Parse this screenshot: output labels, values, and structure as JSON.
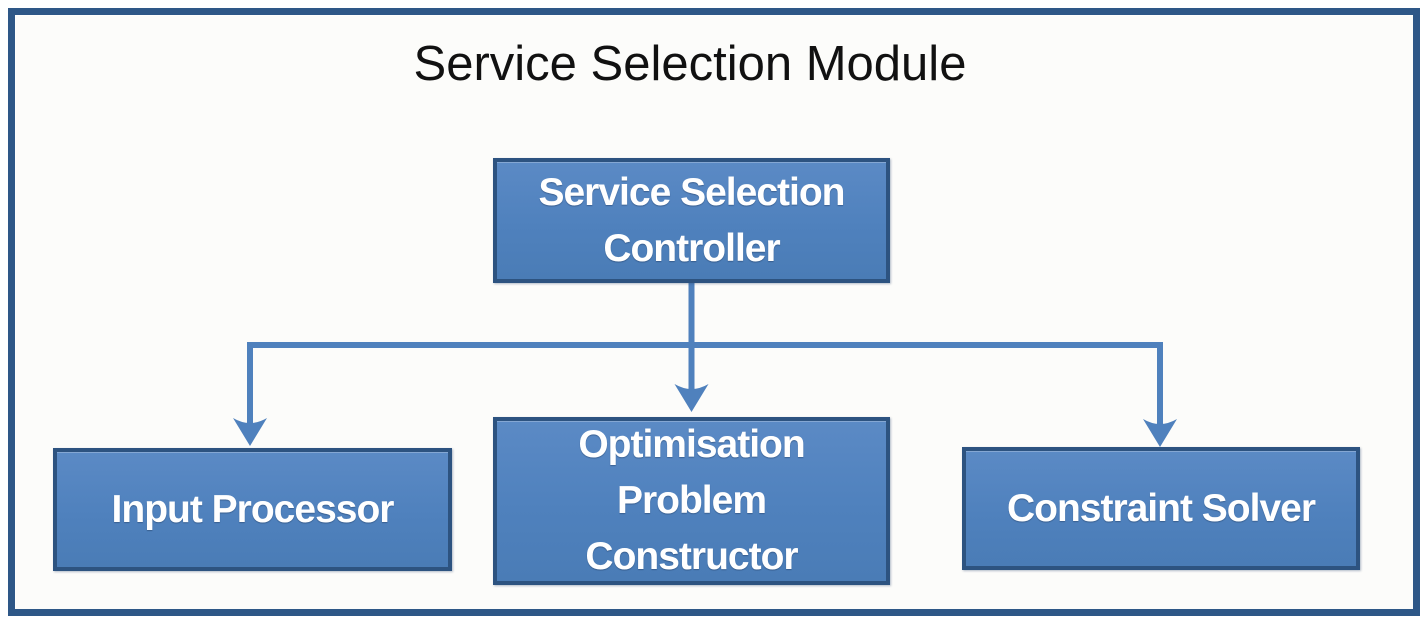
{
  "diagram": {
    "title": "Service Selection Module",
    "type": "block-diagram",
    "nodes": [
      {
        "id": "service-selection-controller",
        "label": "Service Selection\nController"
      },
      {
        "id": "input-processor",
        "label": "Input Processor"
      },
      {
        "id": "optimisation-problem-constructor",
        "label": "Optimisation\nProblem\nConstructor"
      },
      {
        "id": "constraint-solver",
        "label": "Constraint Solver"
      }
    ],
    "edges": [
      {
        "from": "service-selection-controller",
        "to": "input-processor",
        "style": "elbow-arrow"
      },
      {
        "from": "service-selection-controller",
        "to": "optimisation-problem-constructor",
        "style": "straight-arrow"
      },
      {
        "from": "service-selection-controller",
        "to": "constraint-solver",
        "style": "elbow-arrow"
      }
    ],
    "colors": {
      "node_fill": "#4f81bd",
      "node_fill_light": "#5b8ac5",
      "node_fill_dark": "#4a7cb6",
      "node_border": "#2d5380",
      "connector": "#4f81bd",
      "frame_border": "#2e5787",
      "background": "#fcfcfa",
      "title_text": "#111111",
      "node_text": "#ffffff"
    }
  }
}
